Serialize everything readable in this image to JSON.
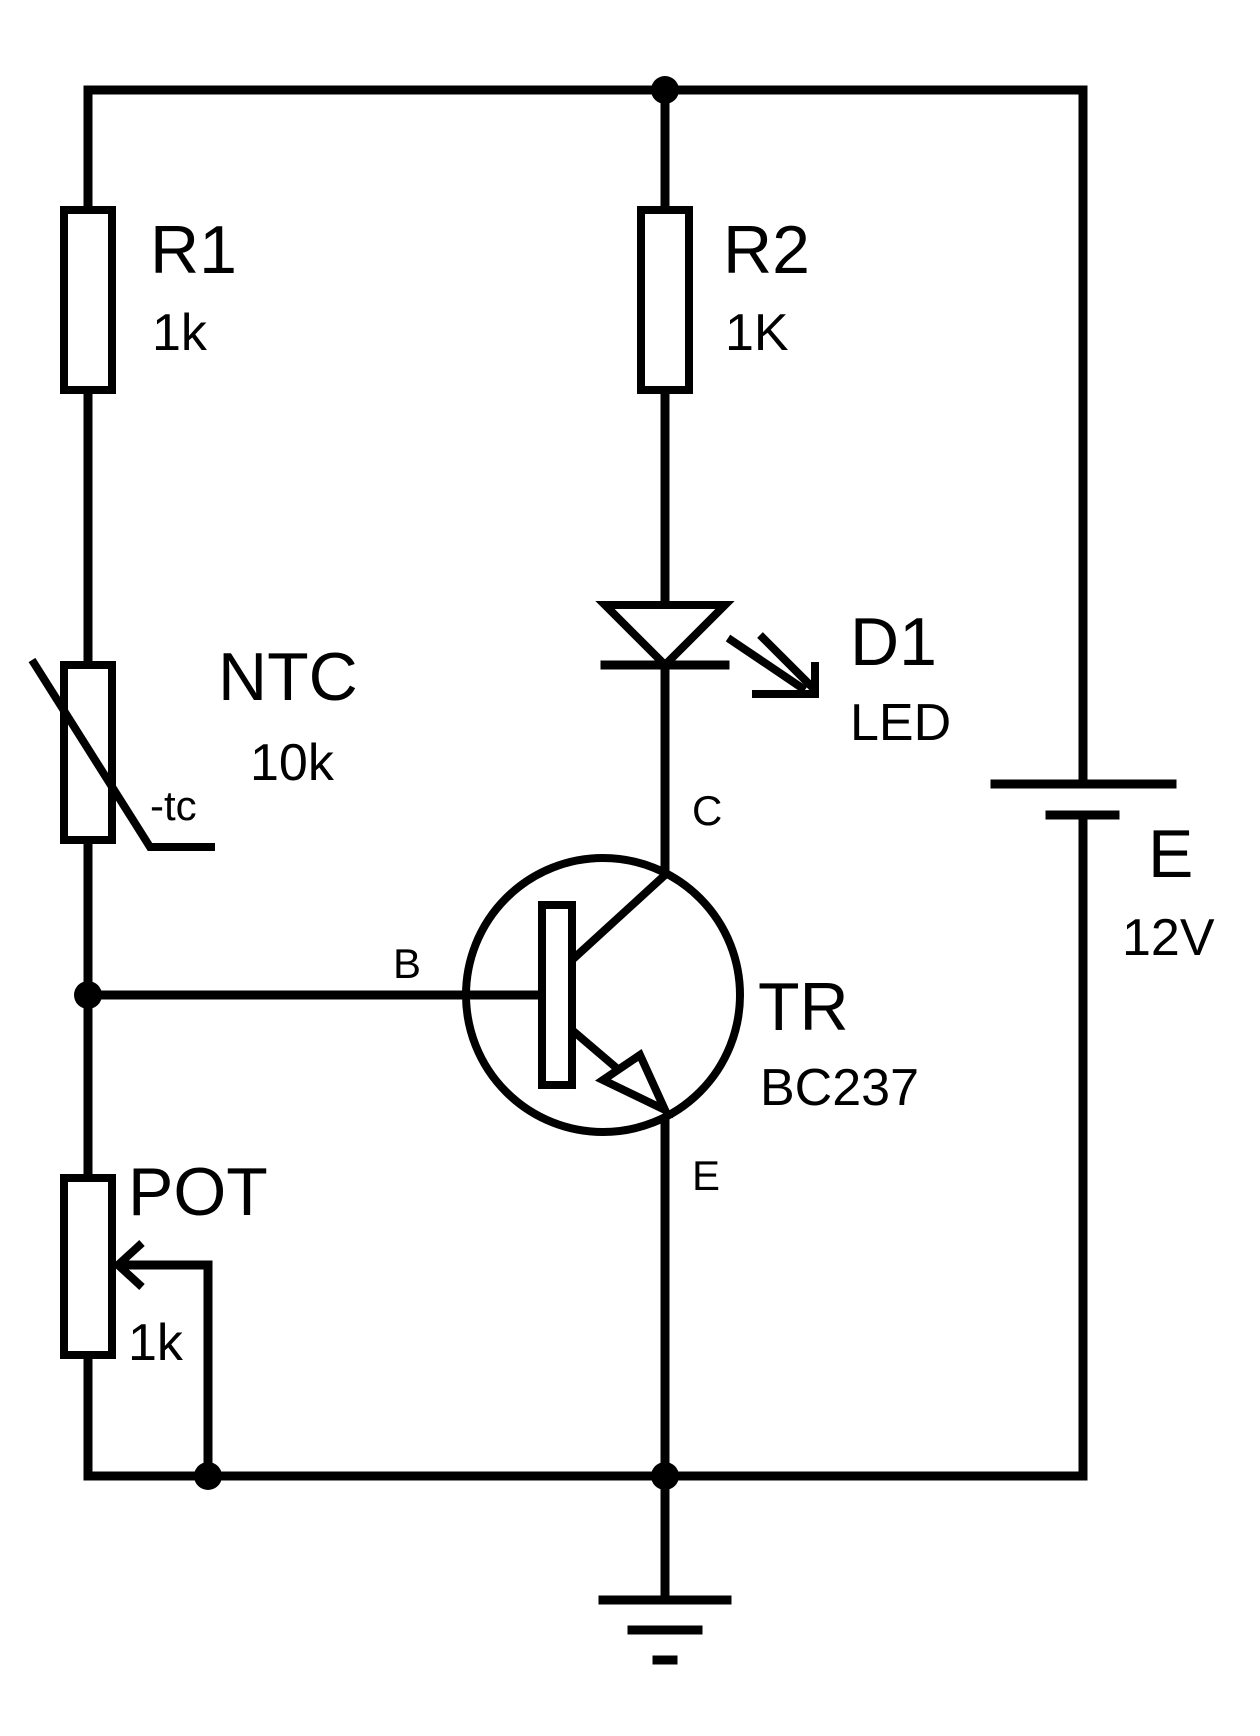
{
  "components": {
    "r1": {
      "name": "R1",
      "value": "1k"
    },
    "r2": {
      "name": "R2",
      "value": "1K"
    },
    "ntc": {
      "name": "NTC",
      "value": "10k",
      "tag": "-tc"
    },
    "pot": {
      "name": "POT",
      "value": "1k"
    },
    "d1": {
      "name": "D1",
      "value": "LED"
    },
    "tr": {
      "name": "TR",
      "value": "BC237",
      "pins": {
        "base": "B",
        "collector": "C",
        "emitter": "E"
      }
    },
    "battery": {
      "name": "E",
      "value": "12V"
    }
  }
}
